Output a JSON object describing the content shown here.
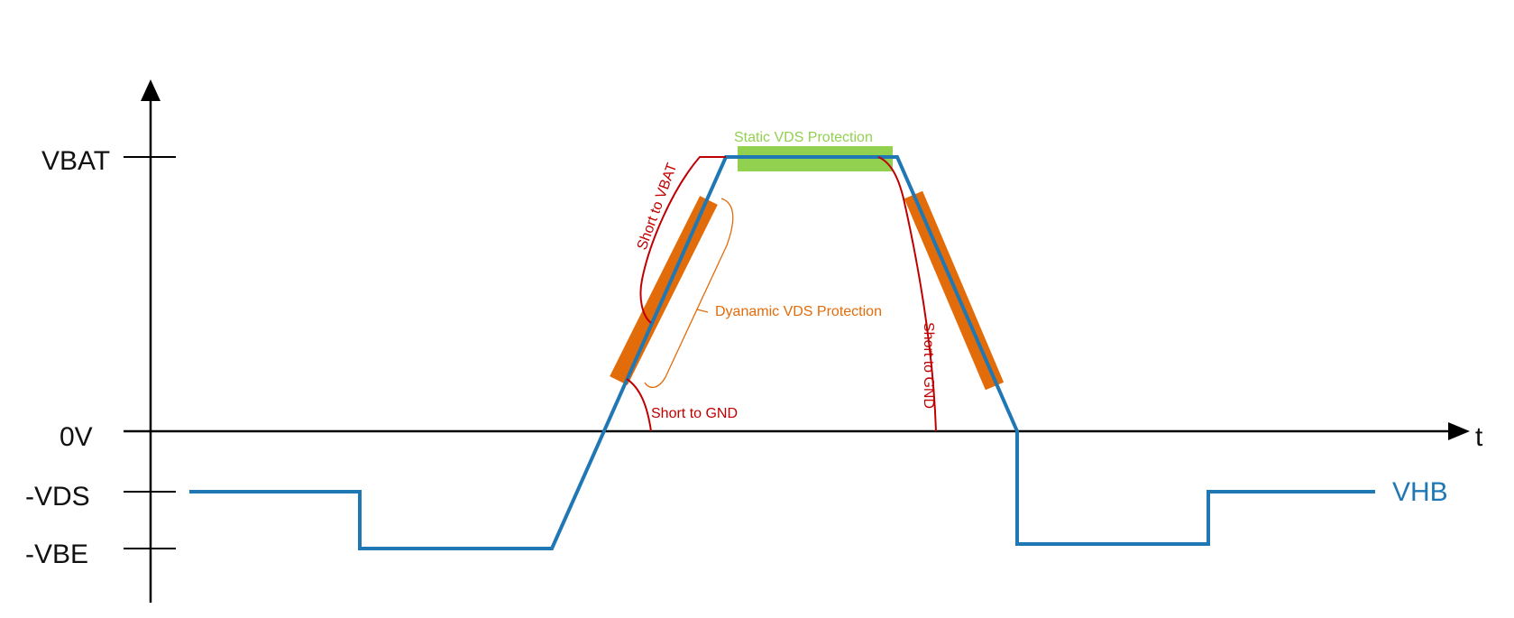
{
  "axes": {
    "x_label": "t",
    "y_labels": {
      "vbat": "VBAT",
      "zero": "0V",
      "vds": "-VDS",
      "vbe": "-VBE"
    }
  },
  "trace": {
    "name": "VHB"
  },
  "annotations": {
    "static_protection": "Static VDS Protection",
    "dynamic_protection": "Dyanamic VDS Protection",
    "short_to_vbat": "Short to VBAT",
    "short_to_gnd_left": "Short to GND",
    "short_to_gnd_right": "Short to GND"
  },
  "colors": {
    "axis": "#000000",
    "trace": "#1f77b4",
    "fault": "#c00000",
    "static_band": "#92d050",
    "dynamic_band": "#e36c0a",
    "static_text": "#92d050",
    "dynamic_text": "#e36c0a",
    "fault_text": "#c00000"
  }
}
